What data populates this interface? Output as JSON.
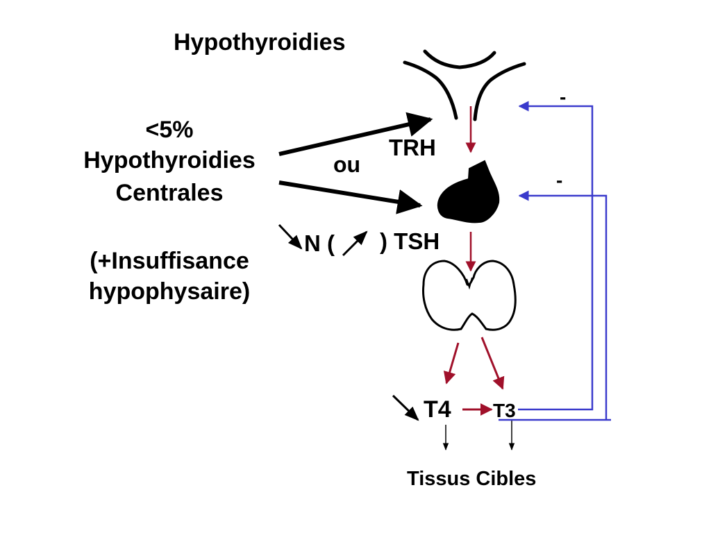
{
  "title": "Hypothyroidies",
  "left": {
    "line1": "<5%",
    "line2": "Hypothyroidies",
    "line3": "Centrales",
    "line4": "(+Insuffisance",
    "line5": "hypophysaire)"
  },
  "labels": {
    "or": "ou",
    "trh": "TRH",
    "tsh_open": "N (",
    "tsh_close": ") TSH",
    "t4": "T4",
    "t3": "T3",
    "minus_top": "-",
    "minus_mid": "-",
    "targets": "Tissus Cibles"
  },
  "colors": {
    "text": "#000000",
    "arrow_red": "#a0102a",
    "feedback_blue": "#3a3acc"
  },
  "icons": [
    "hypothalamus-icon",
    "pituitary-icon",
    "thyroid-icon",
    "down-arrow-icon",
    "up-arrow-icon"
  ]
}
